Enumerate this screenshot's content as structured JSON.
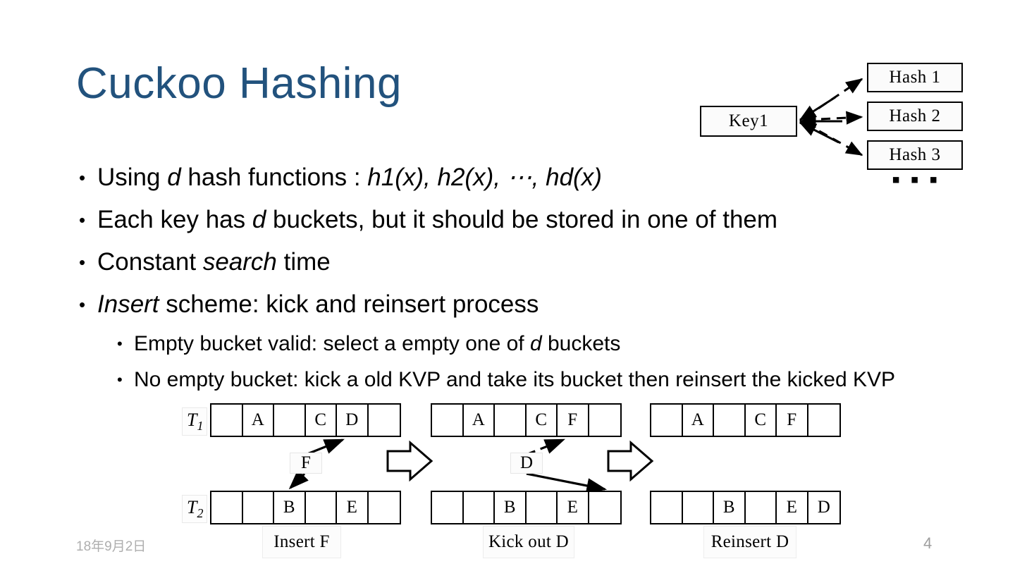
{
  "slide": {
    "title": "Cuckoo Hashing",
    "page_number": "4",
    "date": "18年9月2日"
  },
  "bullets": {
    "level1": [
      {
        "marker": "•",
        "parts": [
          {
            "text": "Using ",
            "italic": false
          },
          {
            "text": "d",
            "italic": true
          },
          {
            "text": " hash functions  :  ",
            "italic": false
          },
          {
            "text": "h1(x), h2(x), ⋯, hd(x)",
            "italic": true
          }
        ],
        "plain": "Using d hash functions  :  h1(x), h2(x), ⋯, hd(x)"
      },
      {
        "marker": "•",
        "parts": [
          {
            "text": "Each key has ",
            "italic": false
          },
          {
            "text": "d",
            "italic": true
          },
          {
            "text": " buckets, but it should be stored in one of them",
            "italic": false
          }
        ],
        "plain": "Each key has d buckets, but it should be stored in one of them"
      },
      {
        "marker": "•",
        "parts": [
          {
            "text": "Constant ",
            "italic": false
          },
          {
            "text": "search",
            "italic": true
          },
          {
            "text": " time",
            "italic": false
          }
        ],
        "plain": "Constant search time"
      },
      {
        "marker": "•",
        "parts": [
          {
            "text": "Insert",
            "italic": true
          },
          {
            "text": " scheme: kick and reinsert process",
            "italic": false
          }
        ],
        "plain": "Insert scheme: kick and reinsert process"
      }
    ],
    "level2": [
      {
        "marker": "•",
        "parts": [
          {
            "text": "Empty bucket valid:  select a empty one of ",
            "italic": false
          },
          {
            "text": "d",
            "italic": true
          },
          {
            "text": " buckets",
            "italic": false
          }
        ],
        "plain": "Empty bucket valid:  select a empty one of d buckets"
      },
      {
        "marker": "•",
        "parts": [
          {
            "text": "No empty bucket: kick a old KVP and take its bucket then reinsert the kicked KVP",
            "italic": false
          }
        ],
        "plain": "No empty bucket: kick a old KVP and take its bucket then reinsert the kicked KVP"
      }
    ]
  },
  "hash_diagram": {
    "key_label": "Key1",
    "hash_boxes": [
      "Hash 1",
      "Hash 2",
      "Hash 3"
    ],
    "ellipsis": "▪ ▪ ▪",
    "arrow_style": "dashed"
  },
  "cuckoo_diagram": {
    "table_labels": {
      "t1": "T",
      "t1_sub": "1",
      "t2": "T",
      "t2_sub": "2"
    },
    "steps": [
      {
        "caption": "Insert F",
        "kvp": "F",
        "t1": [
          "",
          "A",
          "",
          "C",
          "D",
          ""
        ],
        "t2": [
          "",
          "",
          "B",
          "",
          "E",
          ""
        ]
      },
      {
        "caption": "Kick out D",
        "kvp": "D",
        "t1": [
          "",
          "A",
          "",
          "C",
          "F",
          ""
        ],
        "t2": [
          "",
          "",
          "B",
          "",
          "E",
          ""
        ]
      },
      {
        "caption": "Reinsert D",
        "kvp": "",
        "t1": [
          "",
          "A",
          "",
          "C",
          "F",
          ""
        ],
        "t2": [
          "",
          "",
          "B",
          "",
          "E",
          "D"
        ]
      }
    ]
  },
  "colors": {
    "title": "#22527D",
    "body_text": "#000000",
    "footer": "#aeaeae"
  }
}
